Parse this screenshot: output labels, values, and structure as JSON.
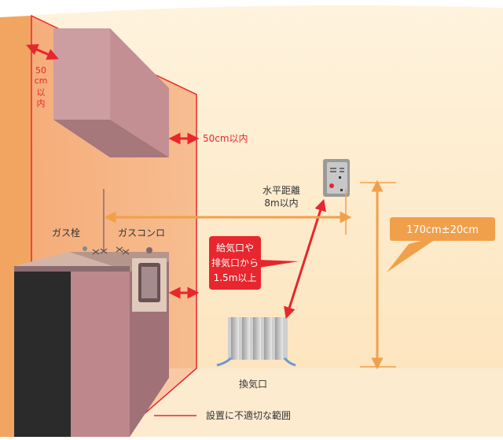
{
  "labels": {
    "top_side_clearance": [
      "50",
      "cm",
      "以",
      "内"
    ],
    "right_clearance": "50cm以内",
    "horizontal_distance": [
      "水平距離",
      "8m以内"
    ],
    "gas_valve": "ガス栓",
    "gas_stove": "ガスコンロ",
    "vent_distance": [
      "給気口や",
      "排気口から",
      "1.5m以上"
    ],
    "height_range": "170cm±20cm",
    "vent": "換気口",
    "unsuitable_area": "設置に不適切な範囲"
  },
  "colors": {
    "accent_red": "#e8262d",
    "accent_orange": "#f0a04b",
    "wall_light": "#fde7c4",
    "wall_shadow": "#f7c38c",
    "cabinet": "#bf8b8f"
  }
}
